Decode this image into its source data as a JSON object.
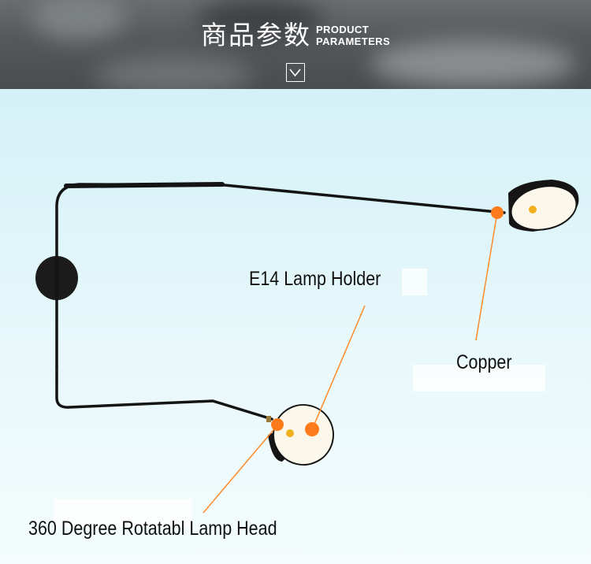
{
  "header": {
    "title_cn": "商品参数",
    "title_en_line1": "PRODUCT",
    "title_en_line2": "PARAMETERS"
  },
  "callouts": {
    "lamp_holder": "E14 Lamp Holder",
    "copper": "Copper",
    "lamp_head": "360 Degree Rotatabl Lamp Head"
  },
  "colors": {
    "accent_dot": "#ff7a1a",
    "leader_line": "#ff8a2a",
    "background": "#dff5f9"
  }
}
